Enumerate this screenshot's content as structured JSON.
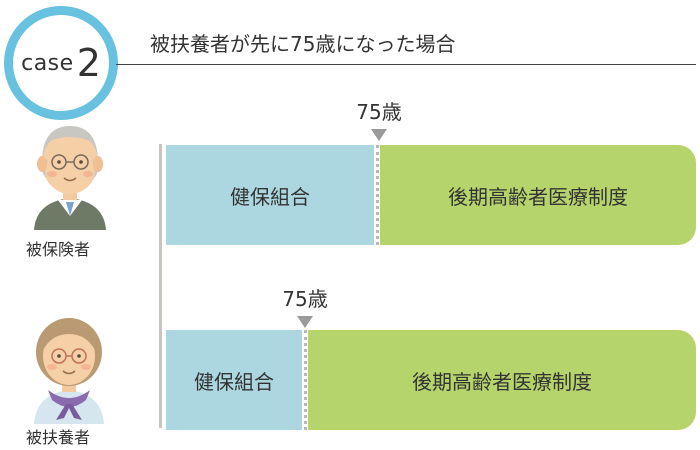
{
  "header": {
    "case_word": "case",
    "case_number": "2",
    "title": "被扶養者が先に75歳になった場合"
  },
  "people": {
    "insured_label": "被保険者",
    "dependent_label": "被扶養者"
  },
  "timeline": {
    "insured": {
      "age_label": "75歳",
      "segment_1": "健保組合",
      "segment_2": "後期高齢者医療制度"
    },
    "dependent": {
      "age_label": "75歳",
      "segment_1": "健保組合",
      "segment_2": "後期高齢者医療制度"
    }
  },
  "colors": {
    "badge_ring": "#67c1df",
    "kenpo": "#add7e0",
    "koki": "#b5d46b"
  },
  "icons": [
    "elderly-man-avatar-icon",
    "elderly-woman-avatar-icon",
    "down-triangle-marker-icon"
  ]
}
